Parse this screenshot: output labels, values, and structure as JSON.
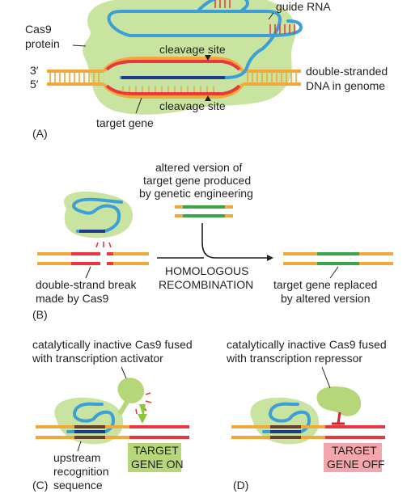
{
  "panel_a": {
    "guide_rna": "guide RNA",
    "cas9_line1": "Cas9",
    "cas9_line2": "protein",
    "cleavage_top": "cleavage site",
    "cleavage_bottom": "cleavage site",
    "end_3": "3′",
    "end_5": "5′",
    "dna_line1": "double-stranded",
    "dna_line2": "DNA in genome",
    "target_gene": "target gene",
    "panel_label": "(A)"
  },
  "panel_b": {
    "altered_line1": "altered version of",
    "altered_line2": "target gene produced",
    "altered_line3": "by genetic engineering",
    "hr_line1": "HOMOLOGOUS",
    "hr_line2": "RECOMBINATION",
    "break_line1": "double-strand break",
    "break_line2": "made by Cas9",
    "replaced_line1": "target gene replaced",
    "replaced_line2": "by altered version",
    "panel_label": "(B)"
  },
  "panel_c": {
    "title_line1": "catalytically inactive Cas9 fused",
    "title_line2": "with transcription activator",
    "upstream_line1": "upstream",
    "upstream_line2": "recognition",
    "upstream_line3": "sequence",
    "target_line1": "TARGET",
    "target_line2": "GENE ON",
    "panel_label": "(C)"
  },
  "panel_d": {
    "title_line1": "catalytically inactive Cas9 fused",
    "title_line2": "with transcription repressor",
    "target_line1": "TARGET",
    "target_line2": "GENE OFF",
    "panel_label": "(D)"
  },
  "colors": {
    "dna_strand": "#f2a93b",
    "target_gene": "#e8373e",
    "altered_gene": "#3aa44a",
    "guide_rna": "#3c9fd8",
    "cas9": "#c9e3a0",
    "recognition": "#6b3f2a",
    "repressor_bar": "#d2232a"
  }
}
